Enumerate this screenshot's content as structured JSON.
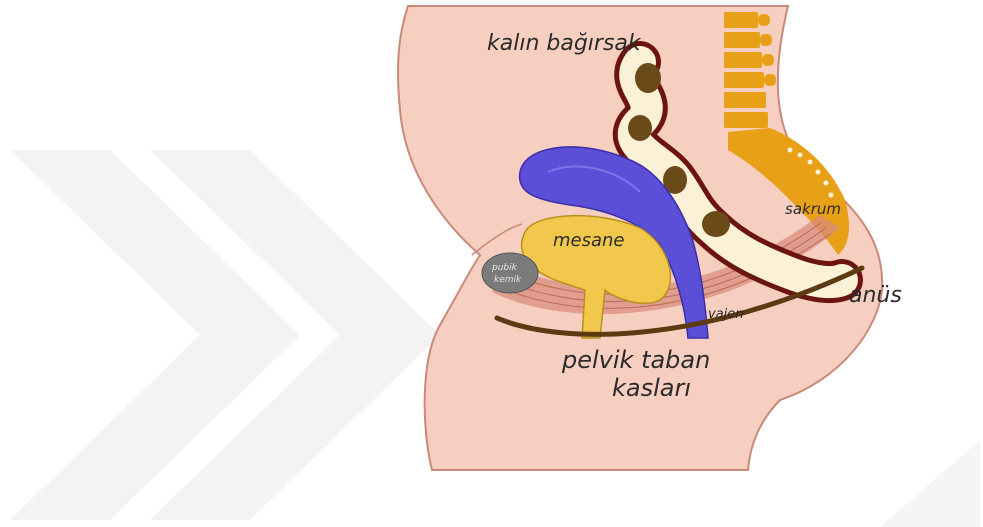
{
  "labels": {
    "large_intestine": "kalın bağırsak",
    "sacrum": "sakrum",
    "bladder": "mesane",
    "pubic_bone_line1": "pubik",
    "pubic_bone_line2": "kemik",
    "anus": "anüs",
    "vagina": "vajen",
    "pelvic_floor_line1": "pelvik taban",
    "pelvic_floor_line2": "kasları"
  },
  "colors": {
    "skin": "#f6cfc0",
    "skin_outline": "#c98a7a",
    "watermark": "#f2f2f2",
    "spine": "#e8a016",
    "bladder": "#f1c84b",
    "uterus": "#5a4fd6",
    "intestine_wall": "#6b1410",
    "intestine_lumen": "#fbf1d6",
    "stool": "#6a4a16",
    "muscle": "#d98c7c",
    "pelvic_floor_line": "#5c3a12",
    "pubic_bone": "#7b7b7b"
  }
}
